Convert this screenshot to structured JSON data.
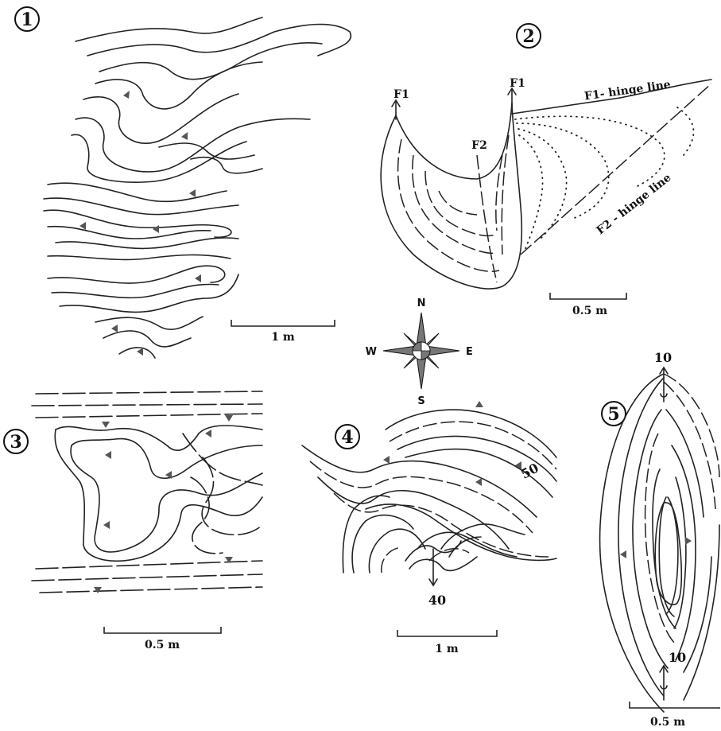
{
  "panels": [
    {
      "number": "1",
      "scale": "1 m"
    },
    {
      "number": "2",
      "scale": "0.5  m",
      "labels": {
        "f1_left": "F1",
        "f1_right": "F1",
        "f2": "F2",
        "f1_hinge": "F1- hinge line",
        "f2_hinge": "F2 - hinge line"
      }
    },
    {
      "number": "3",
      "scale": "0.5 m"
    },
    {
      "number": "4",
      "scale": "1 m",
      "measurements": {
        "plunge_a": "50",
        "plunge_b": "40"
      }
    },
    {
      "number": "5",
      "scale": "0.5 m",
      "measurements": {
        "plunge_top": "10",
        "plunge_bottom": "10"
      }
    }
  ],
  "compass": {
    "n": "N",
    "s": "S",
    "e": "E",
    "w": "W"
  },
  "colors": {
    "line": "#222222",
    "marker": "#555555",
    "compass_fill": "#777777"
  }
}
